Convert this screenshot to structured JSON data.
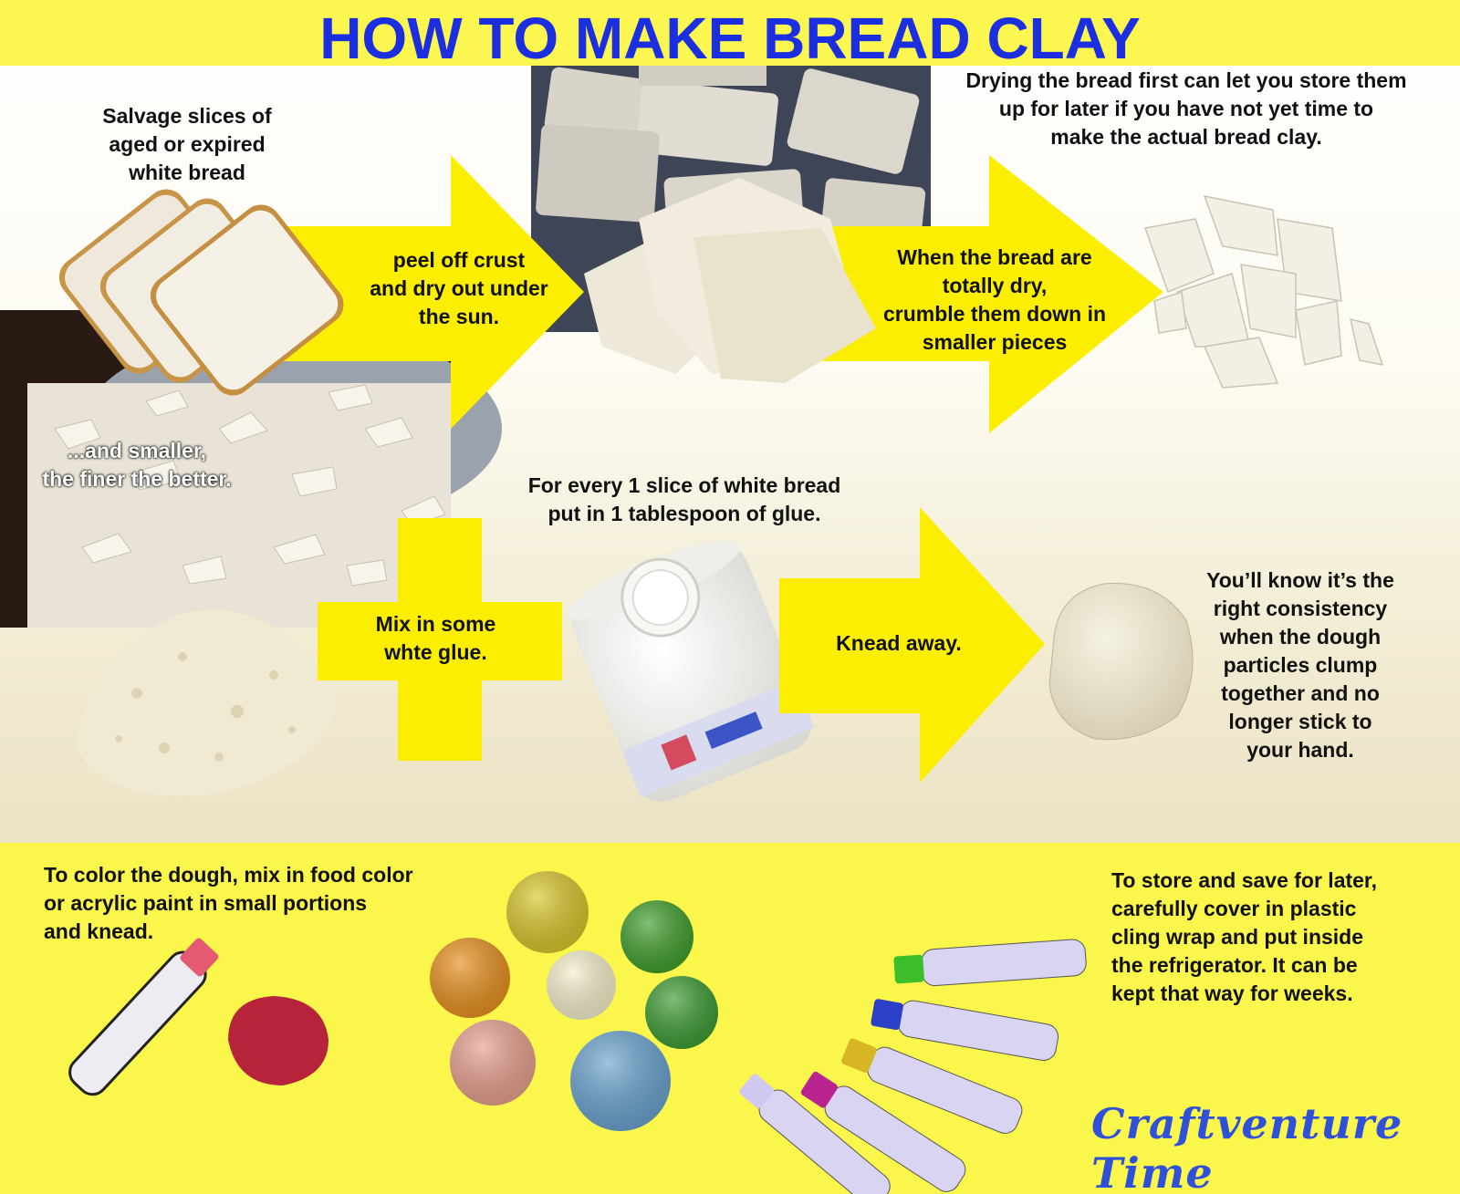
{
  "title": "HOW TO MAKE BREAD CLAY",
  "steps": {
    "salvage": "Salvage slices of\naged or expired\nwhite bread",
    "peel": "peel off crust\nand dry out under\nthe sun.",
    "drying_note": "Drying the bread first can let you store them\nup for later if you have not yet time to\nmake the actual bread clay.",
    "crumble": "When the bread are\ntotally dry,\ncrumble them down in\nsmaller pieces",
    "smaller": "...and smaller,\nthe finer the better.",
    "ratio": "For every 1 slice of white bread\nput in 1 tablespoon of glue.",
    "mix": "Mix in some\nwhte glue.",
    "knead": "Knead away.",
    "consistency": "You’ll know it’s the\nright consistency\nwhen the dough\nparticles clump\ntogether and no\nlonger stick to\nyour hand.",
    "color": "To color the dough, mix in food color\nor acrylic paint in small portions\nand knead.",
    "store": "To store and save for later,\ncarefully cover in plastic\ncling wrap and put inside\nthe refrigerator. It can be\nkept that way for weeks."
  },
  "logo": "Craftventure Time",
  "colors": {
    "title_blue": "#1b2fe0",
    "band_yellow": "#faf64b",
    "arrow_yellow": "#fbee00",
    "dough_colors": [
      "#d8c62a",
      "#3f9e2c",
      "#e8901e",
      "#f6f0cc",
      "#3c9b34",
      "#e8a08e",
      "#6aa3cf",
      "#b8233c"
    ]
  }
}
